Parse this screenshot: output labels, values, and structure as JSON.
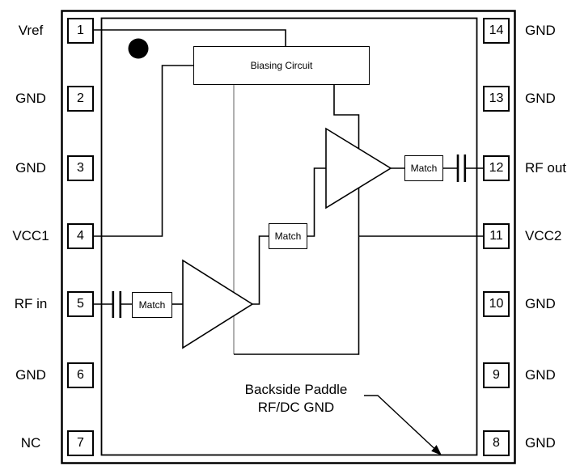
{
  "diagram": {
    "title_hint": "14-pin RF amplifier IC functional block diagram",
    "blocks": {
      "biasing": "Biasing Circuit",
      "match": "Match"
    },
    "annotation": {
      "line1": "Backside Paddle",
      "line2": "RF/DC GND"
    },
    "pins": {
      "left": [
        {
          "number": "1",
          "label": "Vref"
        },
        {
          "number": "2",
          "label": "GND"
        },
        {
          "number": "3",
          "label": "GND"
        },
        {
          "number": "4",
          "label": "VCC1"
        },
        {
          "number": "5",
          "label": "RF in"
        },
        {
          "number": "6",
          "label": "GND"
        },
        {
          "number": "7",
          "label": "NC"
        }
      ],
      "right": [
        {
          "number": "14",
          "label": "GND"
        },
        {
          "number": "13",
          "label": "GND"
        },
        {
          "number": "12",
          "label": "RF out"
        },
        {
          "number": "11",
          "label": "VCC2"
        },
        {
          "number": "10",
          "label": "GND"
        },
        {
          "number": "9",
          "label": "GND"
        },
        {
          "number": "8",
          "label": "GND"
        }
      ]
    },
    "colors": {
      "line": "#000000",
      "bias_feed_line": "#9c9c9c",
      "background": "#ffffff"
    }
  }
}
